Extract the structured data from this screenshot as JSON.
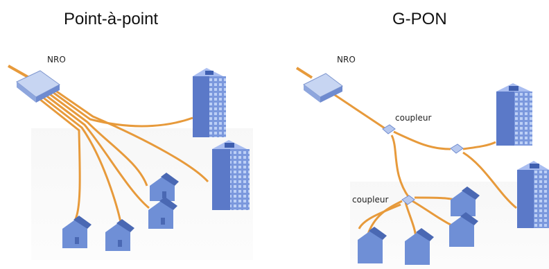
{
  "left": {
    "title": "Point-à-point",
    "nro_label": "NRO"
  },
  "right": {
    "title": "G-PON",
    "nro_label": "NRO",
    "splitter_top_label": "coupleur",
    "splitter_bottom_label": "coupleur"
  },
  "colors": {
    "fiber": "#e79a3b",
    "building": "#6f8fd6",
    "building_dark": "#4a68b3",
    "device": "#b7c8ee"
  }
}
